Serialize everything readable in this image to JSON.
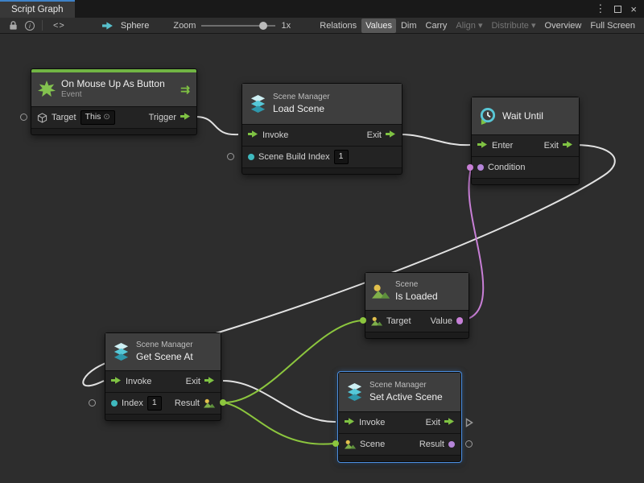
{
  "window": {
    "tab": "Script Graph",
    "menu_glyph": "⋮",
    "close_glyph": "×"
  },
  "toolbar": {
    "info_glyph": "i",
    "code_glyph": "<>",
    "graph_name": "Sphere",
    "zoom_label": "Zoom",
    "zoom_value": "1x",
    "buttons": [
      {
        "label": "Relations",
        "state": "normal"
      },
      {
        "label": "Values",
        "state": "active"
      },
      {
        "label": "Dim",
        "state": "normal"
      },
      {
        "label": "Carry",
        "state": "normal"
      },
      {
        "label": "Align ▾",
        "state": "disabled"
      },
      {
        "label": "Distribute ▾",
        "state": "disabled"
      },
      {
        "label": "Overview",
        "state": "normal"
      },
      {
        "label": "Full Screen",
        "state": "normal"
      }
    ]
  },
  "nodes": {
    "on_mouse_up": {
      "title": "On Mouse Up As Button",
      "subtitle": "Event",
      "coroutine_glyph": "⇉",
      "target_label": "Target",
      "target_value": "This",
      "picker_glyph": "⊙",
      "trigger_label": "Trigger"
    },
    "load_scene": {
      "category": "Scene Manager",
      "title": "Load Scene",
      "invoke_label": "Invoke",
      "exit_label": "Exit",
      "index_label": "Scene Build Index",
      "index_value": "1"
    },
    "wait_until": {
      "title": "Wait Until",
      "enter_label": "Enter",
      "exit_label": "Exit",
      "condition_label": "Condition"
    },
    "is_loaded": {
      "category": "Scene",
      "title": "Is Loaded",
      "target_label": "Target",
      "value_label": "Value"
    },
    "get_scene_at": {
      "category": "Scene Manager",
      "title": "Get Scene At",
      "invoke_label": "Invoke",
      "exit_label": "Exit",
      "index_label": "Index",
      "index_value": "1",
      "result_label": "Result"
    },
    "set_active_scene": {
      "category": "Scene Manager",
      "title": "Set Active Scene",
      "invoke_label": "Invoke",
      "exit_label": "Exit",
      "scene_label": "Scene",
      "result_label": "Result"
    }
  },
  "connections": [
    {
      "from": "On Mouse Up As Button.Trigger",
      "to": "Load Scene.Invoke",
      "type": "flow"
    },
    {
      "from": "Load Scene.Exit",
      "to": "Wait Until.Enter",
      "type": "flow"
    },
    {
      "from": "Wait Until.Exit",
      "to": "Get Scene At.Invoke",
      "type": "flow"
    },
    {
      "from": "Get Scene At.Exit",
      "to": "Set Active Scene.Invoke",
      "type": "flow"
    },
    {
      "from": "Get Scene At.Result",
      "to": "Is Loaded.Target",
      "type": "value-scene"
    },
    {
      "from": "Get Scene At.Result",
      "to": "Set Active Scene.Scene",
      "type": "value-scene"
    },
    {
      "from": "Is Loaded.Value",
      "to": "Wait Until.Condition",
      "type": "value-boolean"
    }
  ],
  "colors": {
    "flow_wire": "#E2E2E2",
    "value_wire_green": "#8CC63E",
    "value_wire_purple": "#C87FD6",
    "port_flow_green": "#7FC243",
    "port_teal": "#3FB9BE",
    "port_purple": "#B585D9",
    "event_accent_green": "#71B544",
    "selection_blue": "#4C8FE0"
  }
}
